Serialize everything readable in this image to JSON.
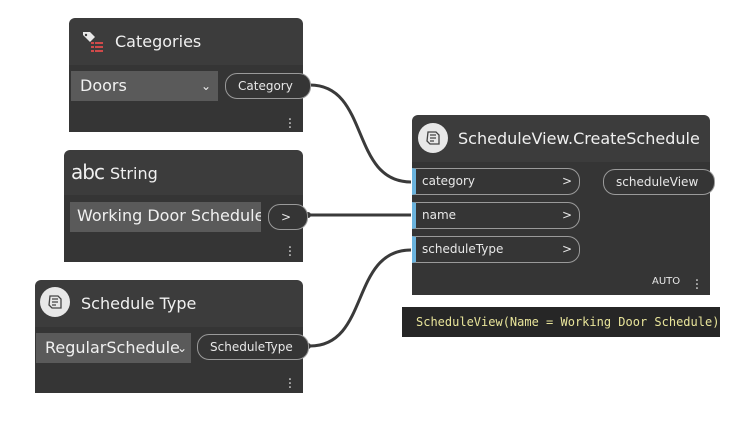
{
  "nodes": {
    "categories": {
      "title": "Categories",
      "icon": "categories-tag-icon",
      "selected": "Doors",
      "output_port": "Category"
    },
    "string": {
      "title_prefix": "abc",
      "title": "String",
      "value": "Working Door Schedule",
      "output_port": ">"
    },
    "schedule_type": {
      "title": "Schedule Type",
      "icon": "schedule-icon",
      "selected": "RegularSchedule",
      "output_port": "ScheduleType"
    },
    "create_schedule": {
      "title": "ScheduleView.CreateSchedule",
      "icon": "schedule-icon",
      "inputs": [
        {
          "label": "category",
          "arrow": ">"
        },
        {
          "label": "name",
          "arrow": ">"
        },
        {
          "label": "scheduleType",
          "arrow": ">"
        }
      ],
      "output_port": "scheduleView",
      "lacing": "AUTO",
      "preview": "ScheduleView(Name = Working Door Schedule)"
    }
  },
  "colors": {
    "node_body": "#353535",
    "node_header": "#3c3c3c",
    "wire": "#3a3a3a",
    "input_accent": "#6ab3dd",
    "preview_text": "#e8e49a"
  }
}
